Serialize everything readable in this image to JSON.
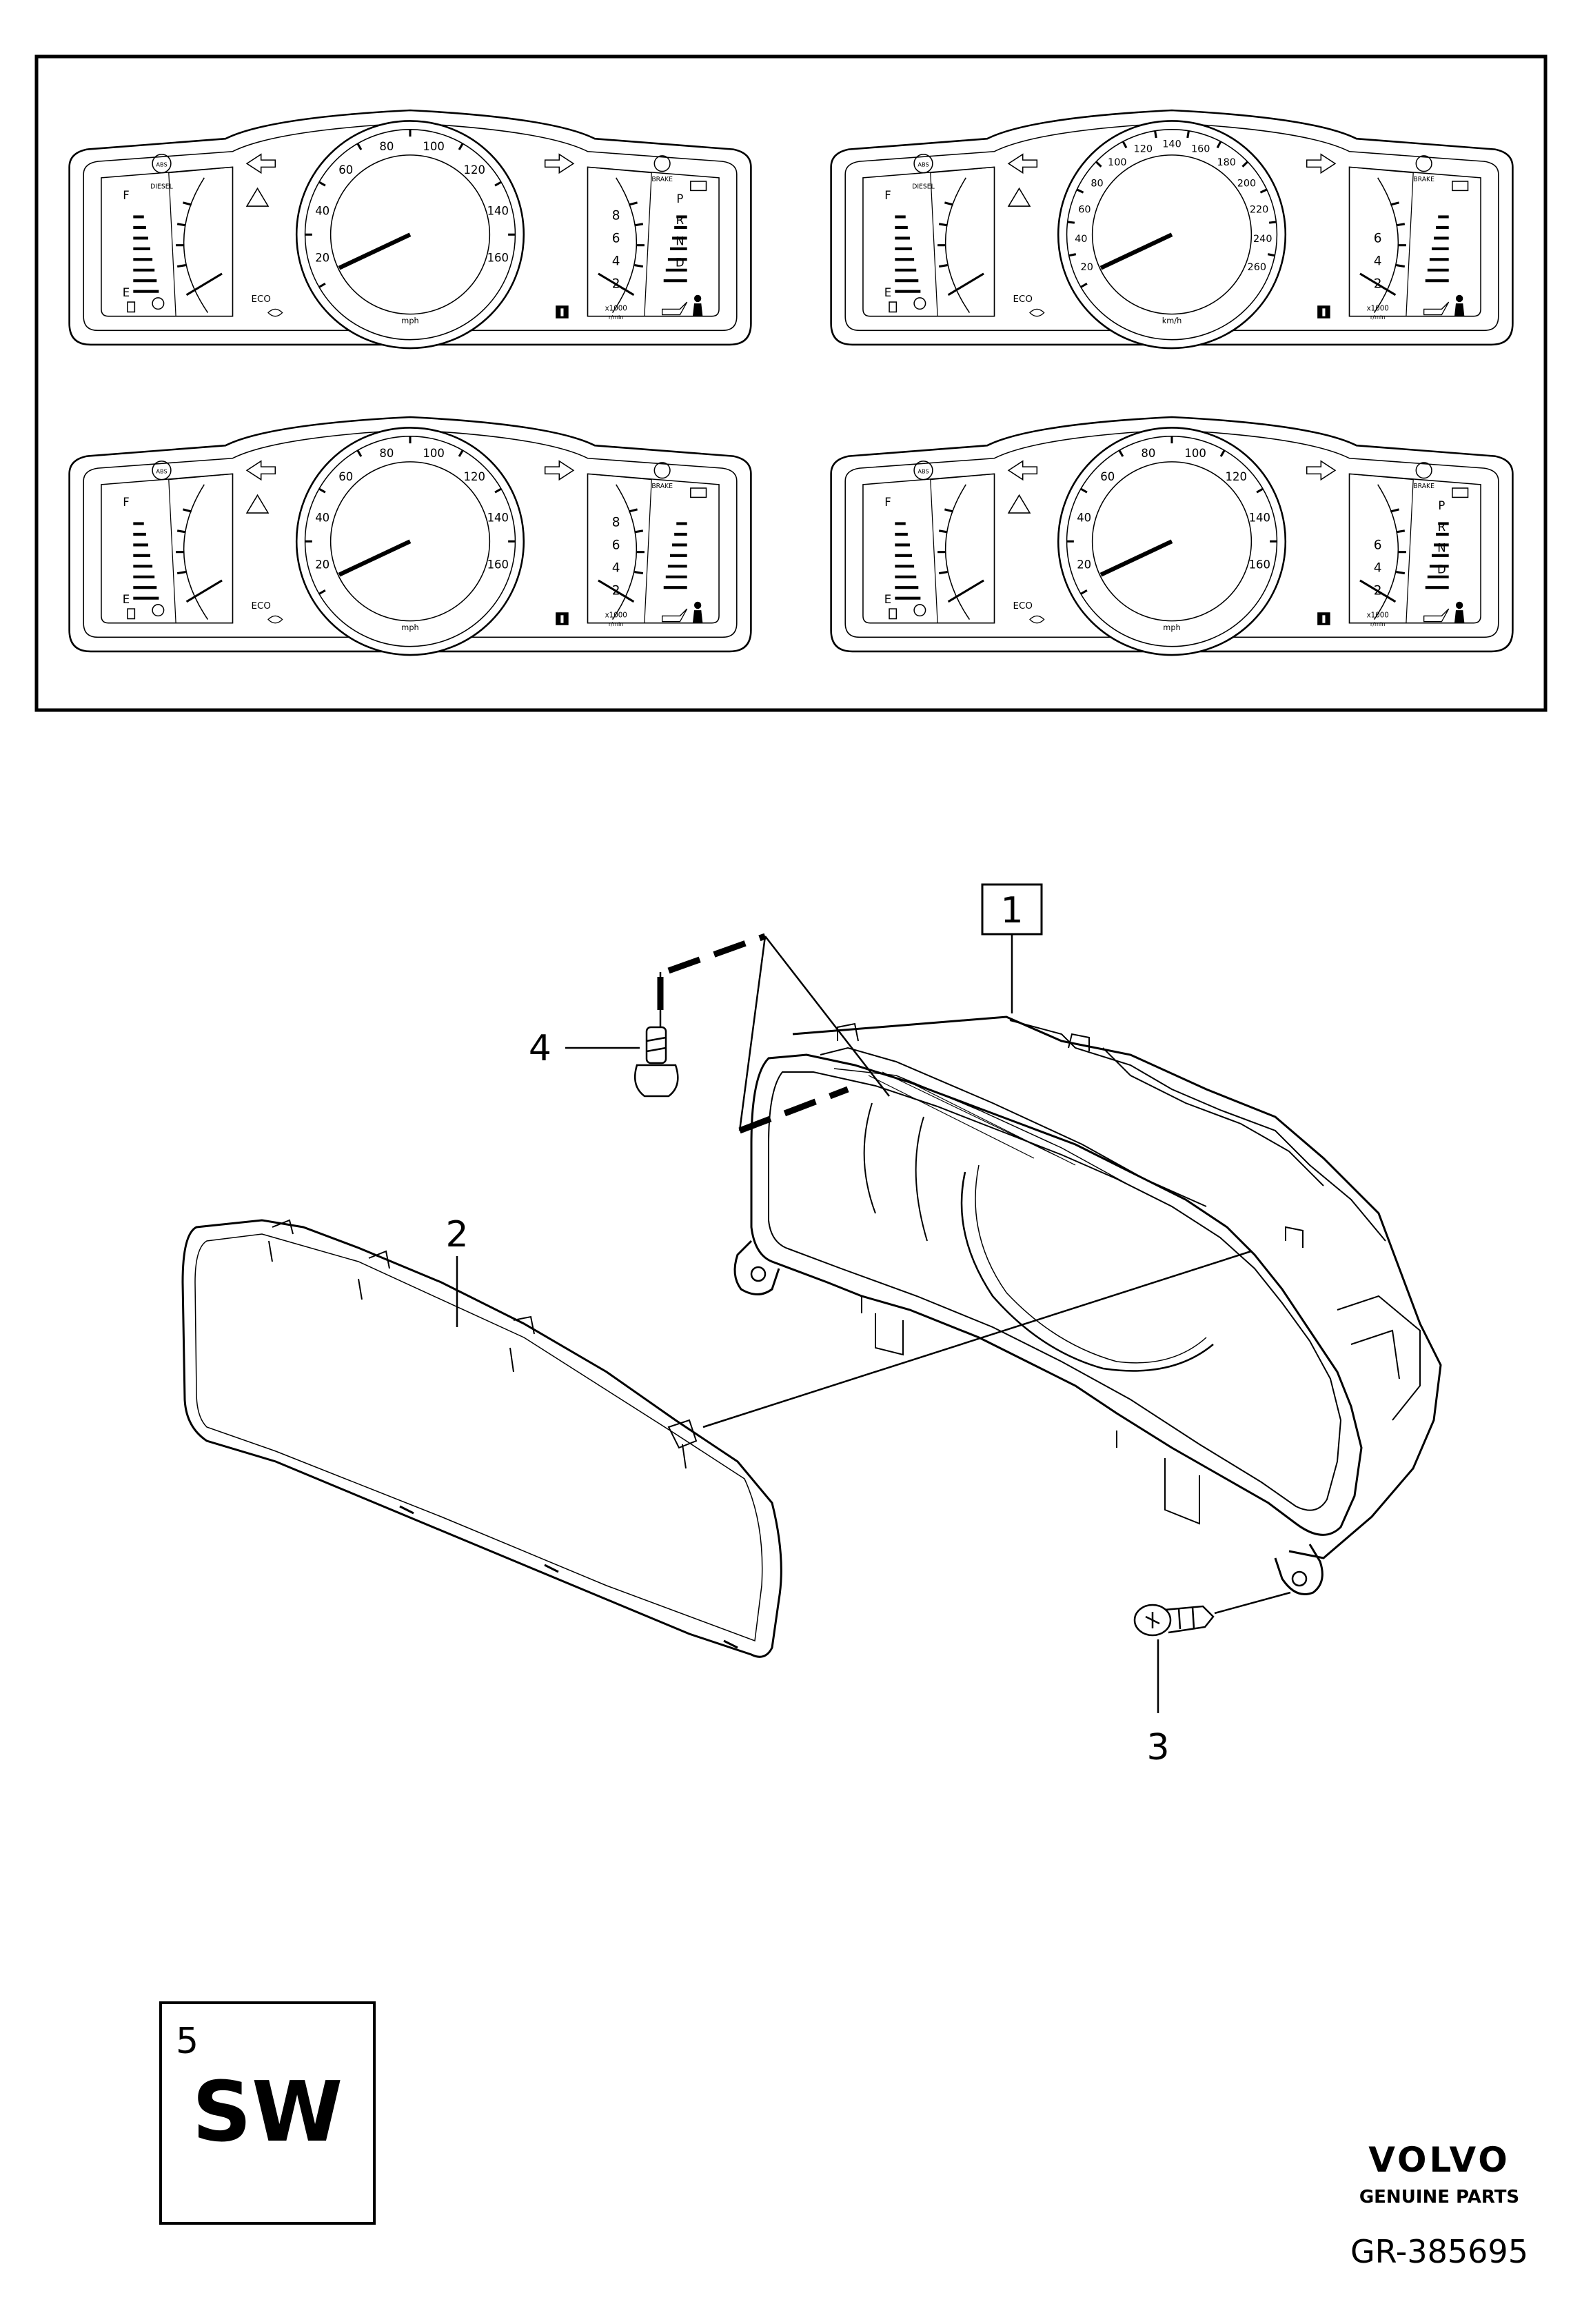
{
  "clusters": [
    {
      "id": "top-left",
      "unit": "mph",
      "speed_ticks": [
        "20",
        "40",
        "60",
        "80",
        "100",
        "120",
        "140",
        "160"
      ],
      "rpm_ticks": [
        "2",
        "4",
        "6",
        "8"
      ],
      "rpm_unit_top": "x1000",
      "rpm_unit_bottom": "r/min",
      "fuel_top": "F",
      "fuel_bottom": "E",
      "gears": [
        "P",
        "R",
        "N",
        "D"
      ],
      "eco": "ECO",
      "diesel": "DIESEL",
      "brake": "BRAKE",
      "abs": "ABS"
    },
    {
      "id": "top-right",
      "unit": "km/h",
      "speed_ticks": [
        "20",
        "40",
        "60",
        "80",
        "100",
        "120",
        "140",
        "160",
        "180",
        "200",
        "220",
        "240",
        "260"
      ],
      "rpm_ticks": [
        "2",
        "4",
        "6"
      ],
      "rpm_unit_top": "x1000",
      "rpm_unit_bottom": "r/min",
      "fuel_top": "F",
      "fuel_bottom": "E",
      "gears": [],
      "eco": "ECO",
      "diesel": "DIESEL",
      "brake": "BRAKE",
      "abs": "ABS"
    },
    {
      "id": "bottom-left",
      "unit": "mph",
      "speed_ticks": [
        "20",
        "40",
        "60",
        "80",
        "100",
        "120",
        "140",
        "160"
      ],
      "rpm_ticks": [
        "2",
        "4",
        "6",
        "8"
      ],
      "rpm_unit_top": "x1000",
      "rpm_unit_bottom": "r/min",
      "fuel_top": "F",
      "fuel_bottom": "E",
      "gears": [],
      "eco": "ECO",
      "diesel": "",
      "brake": "BRAKE",
      "abs": "ABS"
    },
    {
      "id": "bottom-right",
      "unit": "mph",
      "speed_ticks": [
        "20",
        "40",
        "60",
        "80",
        "100",
        "120",
        "140",
        "160"
      ],
      "rpm_ticks": [
        "2",
        "4",
        "6"
      ],
      "rpm_unit_top": "x1000",
      "rpm_unit_bottom": "r/min",
      "fuel_top": "F",
      "fuel_bottom": "E",
      "gears": [
        "P",
        "R",
        "N",
        "D"
      ],
      "eco": "ECO",
      "diesel": "",
      "brake": "BRAKE",
      "abs": "ABS"
    }
  ],
  "callouts": {
    "instrument_cluster": "1",
    "cover_glass": "2",
    "screw_right": "3",
    "screw_left": "4"
  },
  "software_box": {
    "number": "5",
    "label": "SW"
  },
  "brand": {
    "name": "VOLVO",
    "tagline": "GENUINE PARTS",
    "reference": "GR-385695"
  }
}
